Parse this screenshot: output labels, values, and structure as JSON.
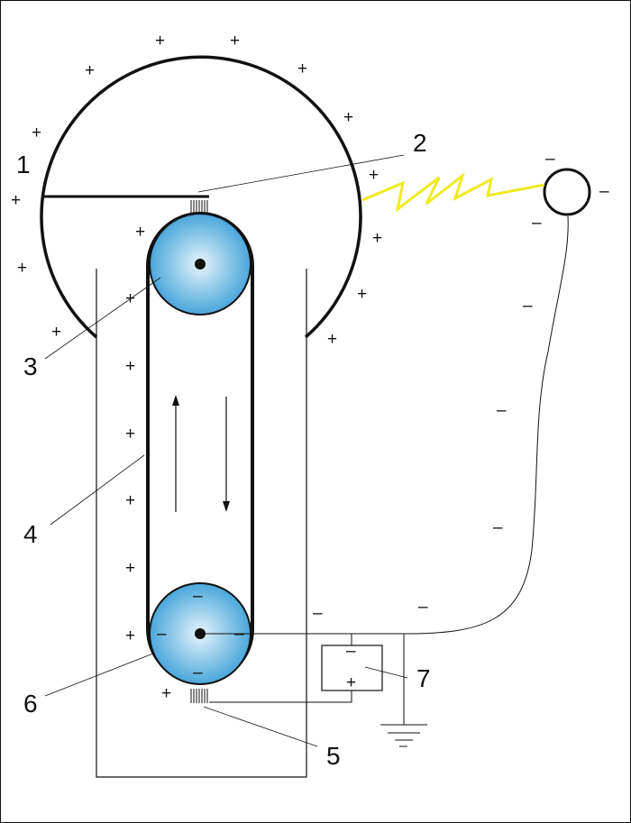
{
  "labels": {
    "sphere": "1",
    "upper_brush": "2",
    "upper_roller": "3",
    "belt": "4",
    "lower_brush": "5",
    "lower_roller": "6",
    "source": "7"
  },
  "signs": {
    "plus": "+",
    "minus": "–"
  },
  "colors": {
    "roller_center": "#e6f4fb",
    "roller_edge": "#3a9fd8",
    "spark": "#f0ea20",
    "stroke": "#111111"
  }
}
